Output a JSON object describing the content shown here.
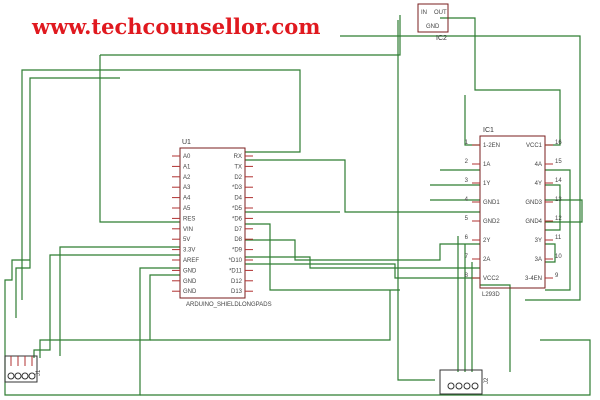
{
  "watermark": "www.techcounsellor.com",
  "components": {
    "u1": {
      "ref": "U1",
      "name": "ARDUINO_SHIELDLONGPADS",
      "left_pins": [
        "A0",
        "A1",
        "A2",
        "A3",
        "A4",
        "A5",
        "RES",
        "VIN",
        "5V",
        "3.3V",
        "AREF",
        "GND",
        "GND",
        "GND"
      ],
      "right_pins": [
        "RX",
        "TX",
        "D2",
        "*D3",
        "D4",
        "*D5",
        "*D6",
        "D7",
        "D8",
        "*D9",
        "*D10",
        "*D11",
        "D12",
        "D13"
      ]
    },
    "ic1": {
      "ref": "IC1",
      "name": "L293D",
      "left_pins": [
        "1-2EN",
        "1A",
        "1Y",
        "GND1",
        "GND2",
        "2Y",
        "2A",
        "VCC2"
      ],
      "left_nums": [
        "1",
        "2",
        "3",
        "4",
        "5",
        "6",
        "7",
        "8"
      ],
      "right_pins": [
        "VCC1",
        "4A",
        "4Y",
        "GND3",
        "GND4",
        "3Y",
        "3A",
        "3-4EN"
      ],
      "right_nums": [
        "16",
        "15",
        "14",
        "13",
        "12",
        "11",
        "10",
        "9"
      ]
    },
    "ic2": {
      "ref": "IC2",
      "pin_in": "IN",
      "pin_out": "OUT",
      "pin_gnd": "GND"
    },
    "j_left": {
      "ref": "J1"
    },
    "j_right": {
      "ref": "J2"
    }
  }
}
